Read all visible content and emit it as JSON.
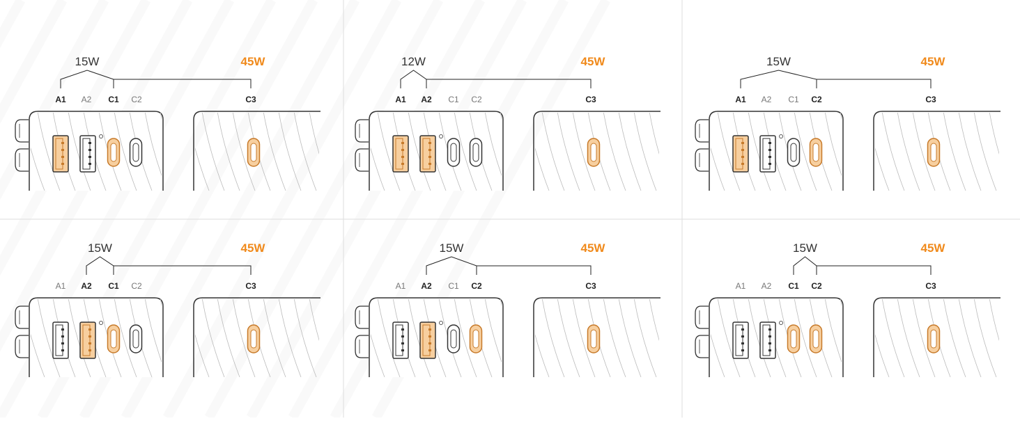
{
  "colors": {
    "accent": "#f08a1c",
    "port_fill": "#f7cf9f",
    "port_outline": "#c77a2a",
    "ink": "#222222",
    "muted": "#666666",
    "divider": "#dddddd"
  },
  "panels": [
    {
      "split_label": "15W",
      "total_label": "45W",
      "split_ports": [
        "A1",
        "C1"
      ],
      "active": [
        "A1",
        "C1"
      ],
      "ports": {
        "A1": "A1",
        "A2": "A2",
        "C1": "C1",
        "C2": "C2",
        "C3": "C3"
      }
    },
    {
      "split_label": "12W",
      "total_label": "45W",
      "split_ports": [
        "A1",
        "A2"
      ],
      "active": [
        "A1",
        "A2"
      ],
      "ports": {
        "A1": "A1",
        "A2": "A2",
        "C1": "C1",
        "C2": "C2",
        "C3": "C3"
      }
    },
    {
      "split_label": "15W",
      "total_label": "45W",
      "split_ports": [
        "A1",
        "C2"
      ],
      "active": [
        "A1",
        "C2"
      ],
      "ports": {
        "A1": "A1",
        "A2": "A2",
        "C1": "C1",
        "C2": "C2",
        "C3": "C3"
      }
    },
    {
      "split_label": "15W",
      "total_label": "45W",
      "split_ports": [
        "A2",
        "C1"
      ],
      "active": [
        "A2",
        "C1"
      ],
      "ports": {
        "A1": "A1",
        "A2": "A2",
        "C1": "C1",
        "C2": "C2",
        "C3": "C3"
      }
    },
    {
      "split_label": "15W",
      "total_label": "45W",
      "split_ports": [
        "A2",
        "C2"
      ],
      "active": [
        "A2",
        "C2"
      ],
      "ports": {
        "A1": "A1",
        "A2": "A2",
        "C1": "C1",
        "C2": "C2",
        "C3": "C3"
      }
    },
    {
      "split_label": "15W",
      "total_label": "45W",
      "split_ports": [
        "C1",
        "C2"
      ],
      "active": [
        "C1",
        "C2"
      ],
      "ports": {
        "A1": "A1",
        "A2": "A2",
        "C1": "C1",
        "C2": "C2",
        "C3": "C3"
      }
    }
  ]
}
